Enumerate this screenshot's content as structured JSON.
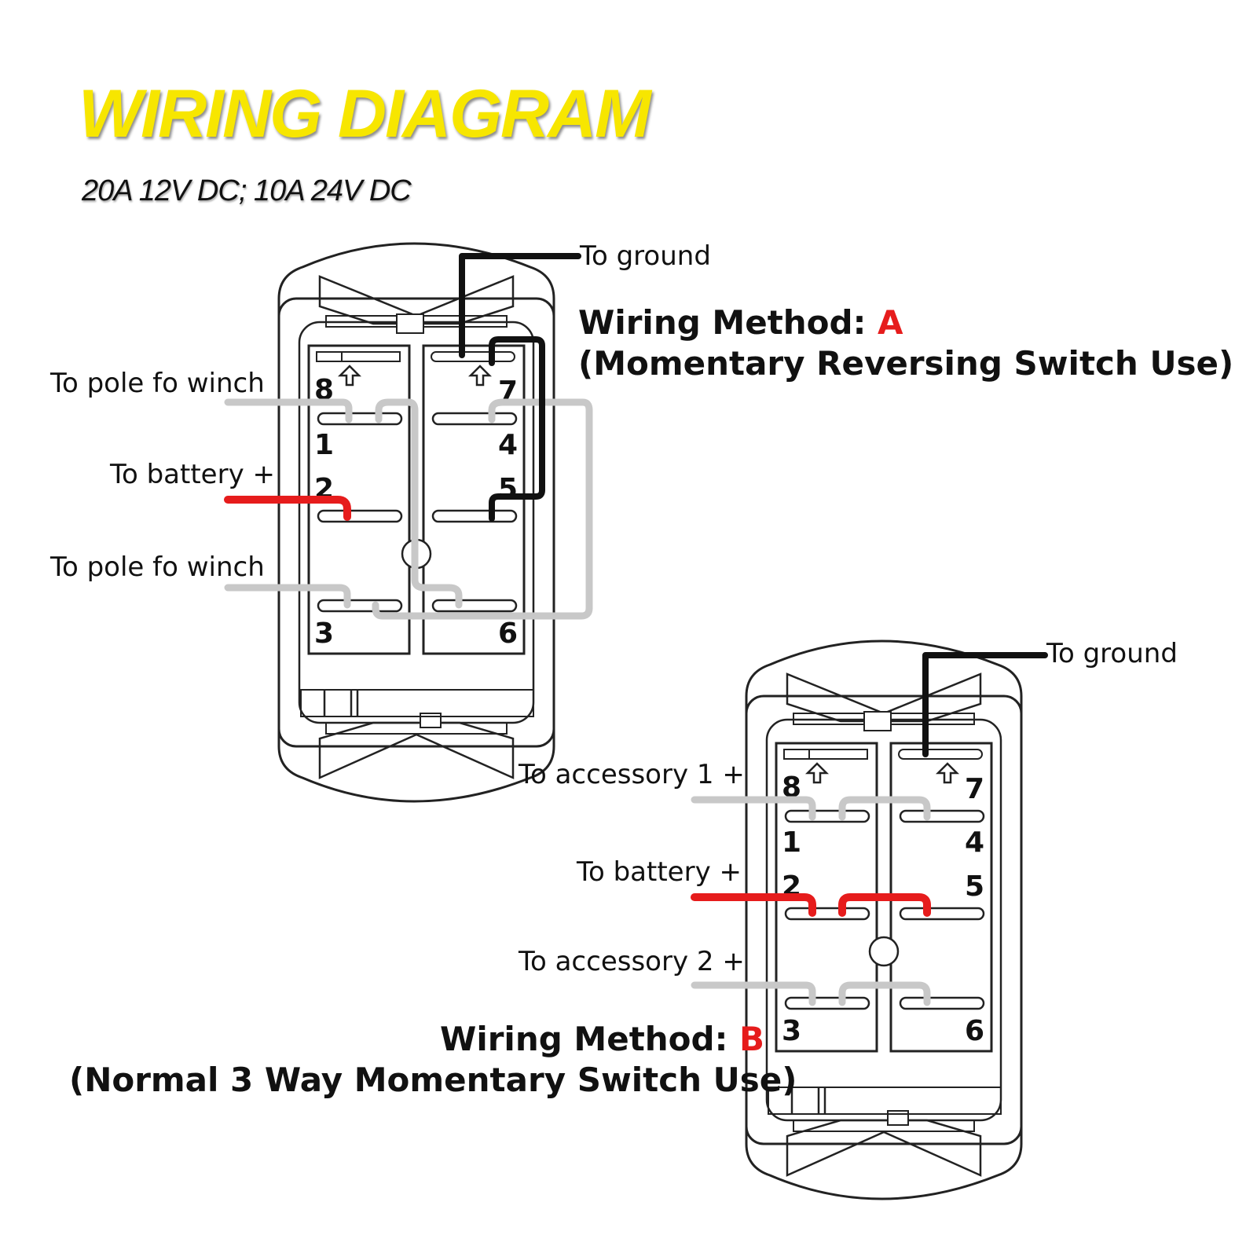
{
  "header": {
    "title": "WIRING DIAGRAM",
    "rating": "20A 12V DC; 10A 24V DC"
  },
  "switch_a": {
    "labels": {
      "ground": "To ground",
      "pole_top": "To pole fo winch",
      "battery": "To battery +",
      "pole_bottom": "To pole fo winch"
    },
    "method_prefix": "Wiring Method: ",
    "method_letter": "A",
    "method_desc": "(Momentary Reversing Switch Use)",
    "terminals": [
      "8",
      "7",
      "1",
      "4",
      "2",
      "5",
      "3",
      "6"
    ]
  },
  "switch_b": {
    "labels": {
      "ground": "To ground",
      "accessory1": "To accessory 1 +",
      "battery": "To battery +",
      "accessory2": "To accessory 2 +"
    },
    "method_prefix": "Wiring Method: ",
    "method_letter": "B",
    "method_desc": "(Normal 3 Way Momentary Switch Use)",
    "terminals": [
      "8",
      "7",
      "1",
      "4",
      "2",
      "5",
      "3",
      "6"
    ]
  },
  "colors": {
    "title": "#f7e600",
    "positive_wire": "#e61c1c",
    "ground_wire": "#111111",
    "signal_wire": "#c8c8c8",
    "accent_letter": "#e61c1c"
  }
}
